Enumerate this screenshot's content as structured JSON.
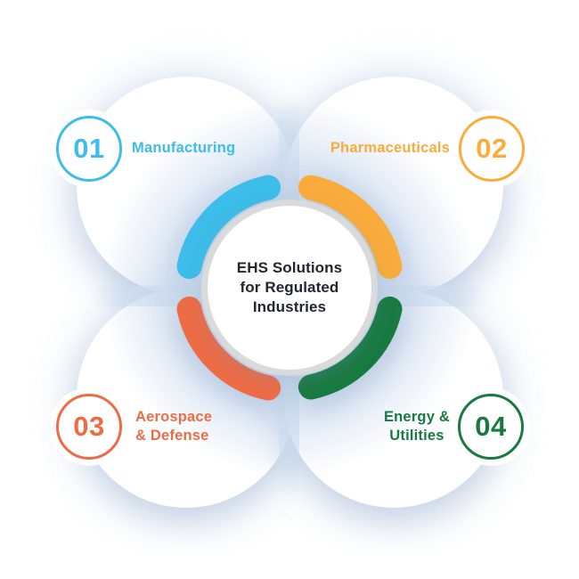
{
  "diagram": {
    "center": {
      "title_lines": [
        "EHS Solutions",
        "for Regulated",
        "Industries"
      ],
      "title_color": "#21272f",
      "circle_border_color": "#d9dadb"
    },
    "band_color": "#cdddee",
    "quadrants": [
      {
        "number": "01",
        "label_lines": [
          "Manufacturing"
        ],
        "color": "#3DBDE9",
        "position": "top-left"
      },
      {
        "number": "02",
        "label_lines": [
          "Pharmaceuticals"
        ],
        "color": "#F9AC3B",
        "position": "top-right"
      },
      {
        "number": "03",
        "label_lines": [
          "Aerospace",
          "& Defense"
        ],
        "color": "#EE6C45",
        "position": "bottom-left"
      },
      {
        "number": "04",
        "label_lines": [
          "Energy &",
          "Utilities"
        ],
        "color": "#187A40",
        "position": "bottom-right"
      }
    ]
  }
}
